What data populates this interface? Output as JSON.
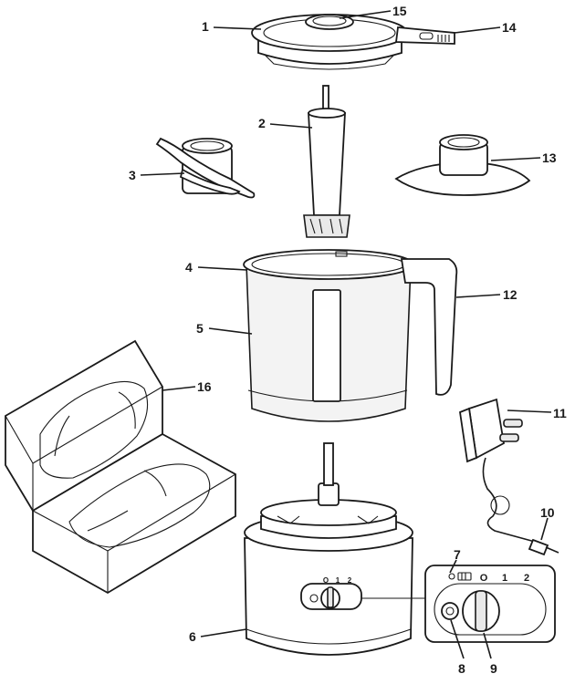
{
  "diagram": {
    "callouts": [
      {
        "id": "1",
        "label": "1"
      },
      {
        "id": "2",
        "label": "2"
      },
      {
        "id": "3",
        "label": "3"
      },
      {
        "id": "4",
        "label": "4"
      },
      {
        "id": "5",
        "label": "5"
      },
      {
        "id": "6",
        "label": "6"
      },
      {
        "id": "7",
        "label": "7"
      },
      {
        "id": "8",
        "label": "8"
      },
      {
        "id": "9",
        "label": "9"
      },
      {
        "id": "10",
        "label": "10"
      },
      {
        "id": "11",
        "label": "11"
      },
      {
        "id": "12",
        "label": "12"
      },
      {
        "id": "13",
        "label": "13"
      },
      {
        "id": "14",
        "label": "14"
      },
      {
        "id": "15",
        "label": "15"
      },
      {
        "id": "16",
        "label": "16"
      }
    ],
    "switch_panel": {
      "positions": [
        "O",
        "1",
        "2"
      ]
    },
    "colors": {
      "line": "#1a1a1a",
      "fill": "#ffffff",
      "shade": "#e9e9e9"
    }
  }
}
